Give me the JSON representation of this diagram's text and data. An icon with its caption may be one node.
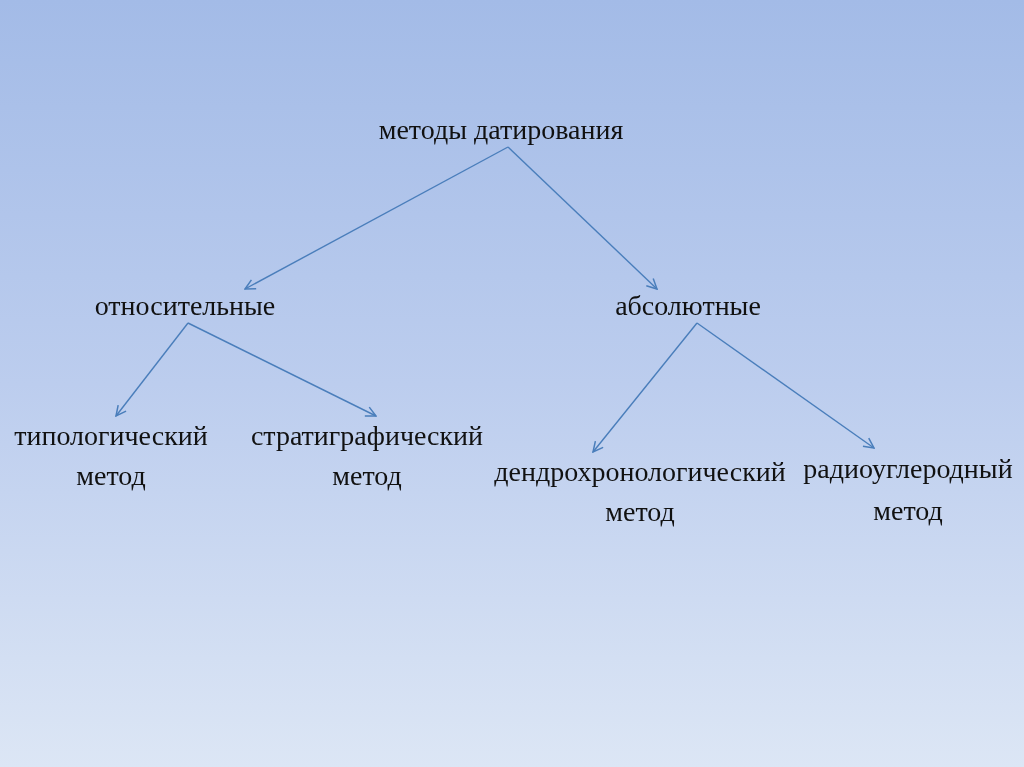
{
  "diagram": {
    "nodes": [
      {
        "text": [
          "методы датирования"
        ]
      },
      {
        "text": [
          "относительные"
        ]
      },
      {
        "text": [
          "абсолютные"
        ]
      },
      {
        "text": [
          "типологический метод"
        ]
      },
      {
        "text": [
          "стратиграфический метод"
        ]
      },
      {
        "text": [
          "дендрохронологический метод"
        ]
      },
      {
        "text": [
          "радиоуглеродный метод"
        ]
      }
    ],
    "edges": [
      {
        "from": 0,
        "to": 1,
        "arrow": "to"
      },
      {
        "from": 0,
        "to": 2,
        "arrow": "to"
      },
      {
        "from": 1,
        "to": 3,
        "arrow": "to"
      },
      {
        "from": 1,
        "to": 4,
        "arrow": "to"
      },
      {
        "from": 2,
        "to": 5,
        "arrow": "to"
      },
      {
        "from": 2,
        "to": 6,
        "arrow": "to"
      }
    ]
  }
}
